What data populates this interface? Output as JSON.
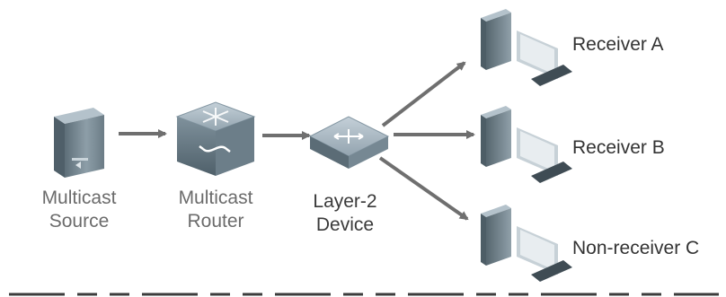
{
  "nodes": {
    "source": {
      "line1": "Multicast",
      "line2": "Source",
      "icon": "server-tower-icon"
    },
    "router": {
      "line1": "Multicast",
      "line2": "Router",
      "icon": "multicast-router-icon"
    },
    "switch": {
      "line1": "Layer-2",
      "line2": "Device",
      "icon": "layer2-switch-icon"
    },
    "receiver_a": {
      "label": "Receiver A",
      "icon": "desktop-computer-icon"
    },
    "receiver_b": {
      "label": "Receiver B",
      "icon": "desktop-computer-icon"
    },
    "receiver_c": {
      "label": "Non-receiver C",
      "icon": "desktop-computer-icon"
    }
  },
  "colors": {
    "arrow": "#6f6f6f",
    "device_body": "#7b8d99",
    "device_top": "#a9b8c2",
    "label_gray": "#6b6b6b",
    "label_dark": "#333333"
  }
}
